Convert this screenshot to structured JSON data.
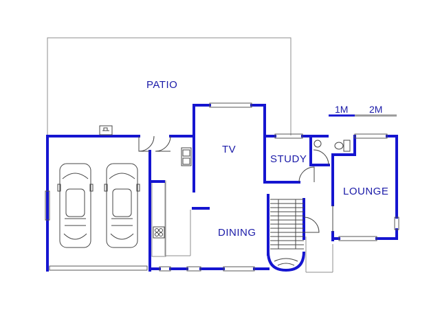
{
  "colors": {
    "wall": "#1515d0",
    "label": "#1a1aa8",
    "thin_line": "#8c8c8c",
    "fixture": "#444444",
    "background": "#ffffff"
  },
  "rooms": {
    "patio": "PATIO",
    "tv": "TV",
    "study": "STUDY",
    "lounge": "LOUNGE",
    "dining": "DINING"
  },
  "scale": {
    "one": "1M",
    "two": "2M"
  }
}
